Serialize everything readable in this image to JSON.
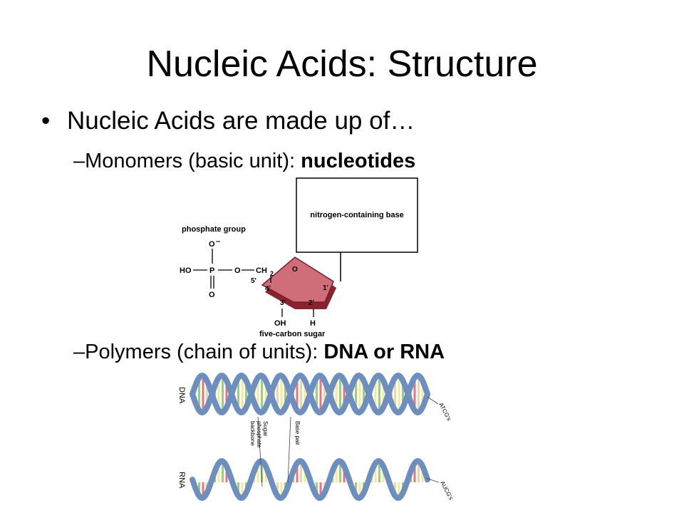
{
  "slide": {
    "title": "Nucleic Acids: Structure",
    "bullet_marker": "•",
    "bullet": "Nucleic Acids are made up of…",
    "sub_dash": "–",
    "sub1_text": "Monomers (basic unit): ",
    "sub1_bold": "nucleotides",
    "sub2_text": "Polymers (chain of units): ",
    "sub2_bold": "DNA or RNA"
  },
  "nucleotide": {
    "base_label": "nitrogen-containing base",
    "phosphate_label": "phosphate group",
    "sugar_label": "five-carbon sugar",
    "atom_O_top": "O",
    "atom_minus": "–",
    "atom_HO": "HO",
    "atom_P": "P",
    "atom_O_link": "O",
    "atom_CH": "CH",
    "atom_CH_sub": "2",
    "atom_O_bottom": "O",
    "ring_O": "O",
    "c5": "5'",
    "c4": "4'",
    "c3": "3'",
    "c2": "2'",
    "c1": "1'",
    "oh": "OH",
    "h": "H"
  },
  "helix": {
    "dna_label": "DNA",
    "rna_label": "RNA",
    "dna_bases": "ATCG's",
    "rna_bases": "AUCG's",
    "backbone_label_1": "Sugar",
    "backbone_label_2": "phosphate",
    "backbone_label_3": "backbone",
    "base_pair_label": "Base pair"
  },
  "colors": {
    "sugar_fill": "#cf6e78",
    "sugar_dark": "#8a2230",
    "backbone": "#6d8fc0",
    "base_yellow": "#f2ec9a",
    "base_green": "#9bcf7c",
    "base_red": "#e8737d",
    "base_tan": "#ead7a2"
  }
}
